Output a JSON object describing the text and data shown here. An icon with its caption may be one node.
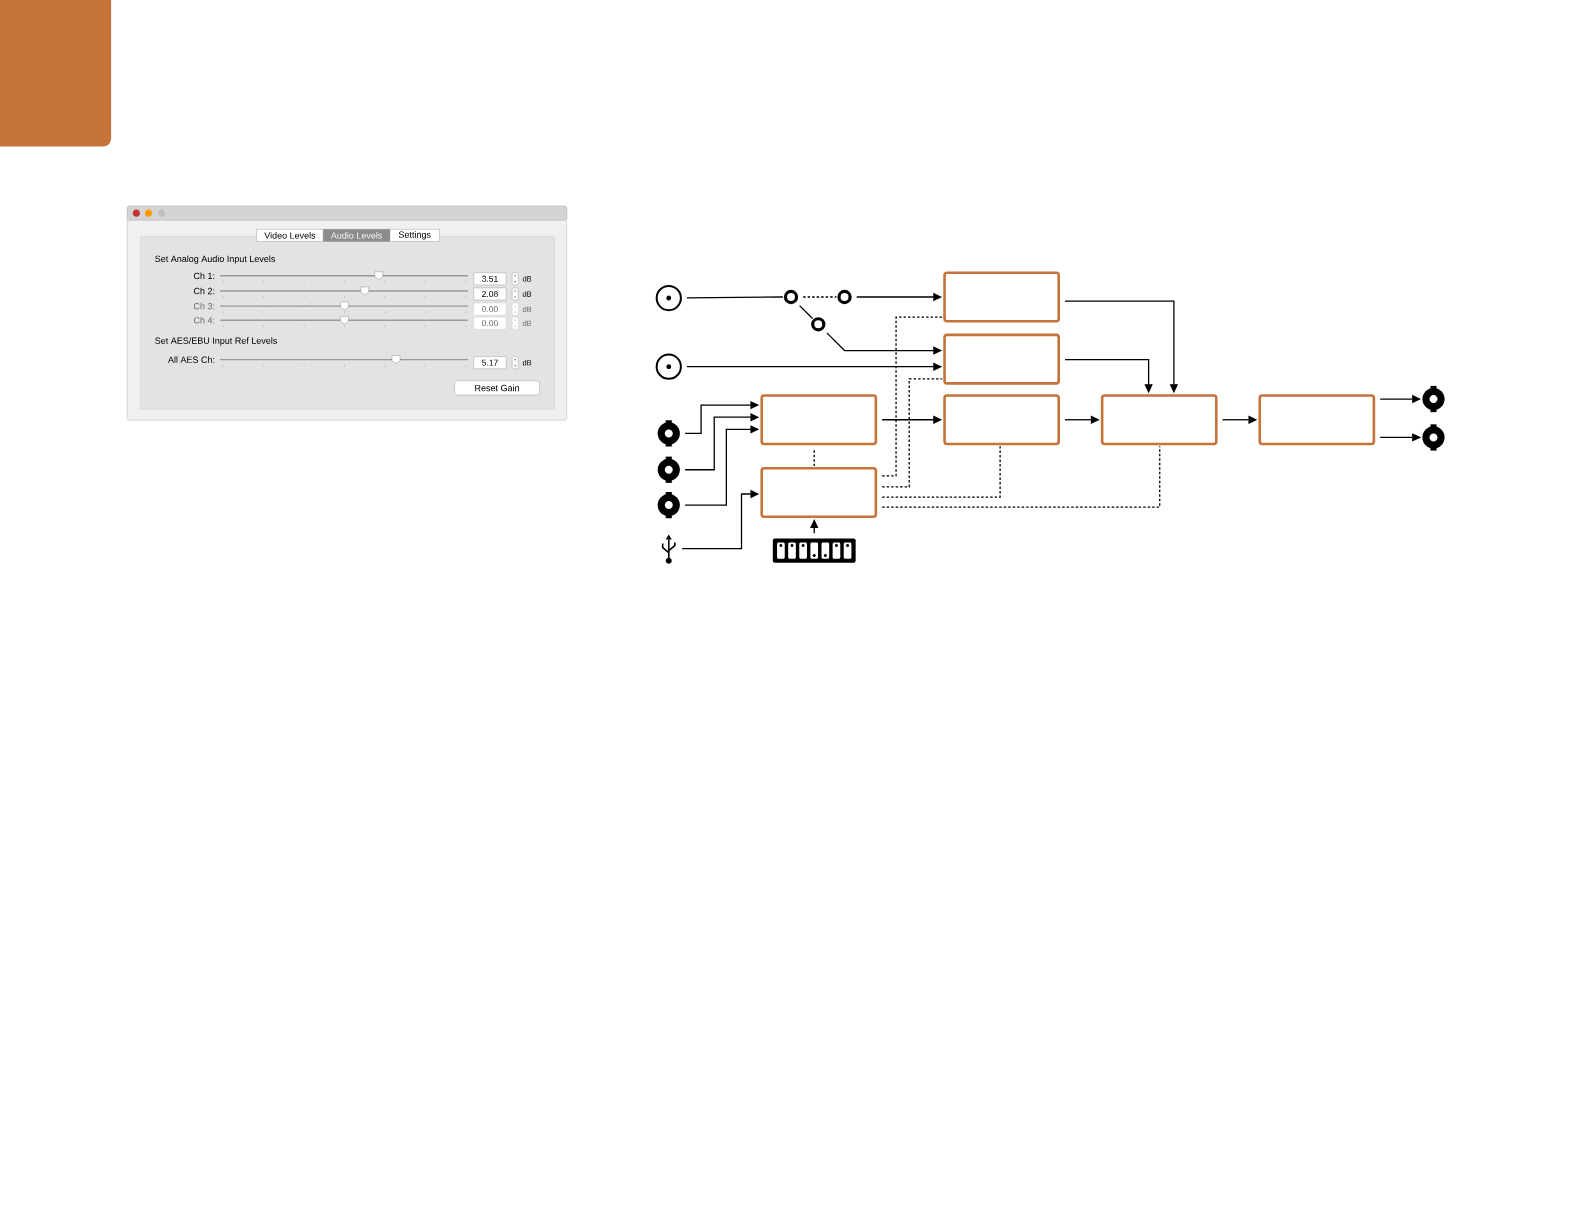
{
  "diagram": {
    "nodes": [
      {
        "text": [],
        "shape": "circle"
      },
      {
        "text": [],
        "shape": "ring"
      },
      {
        "text": [],
        "shape": "ring"
      },
      {
        "text": [],
        "shape": "ring"
      },
      {
        "text": [],
        "shape": "box"
      },
      {
        "text": [],
        "shape": "circle"
      },
      {
        "text": [],
        "shape": "box"
      },
      {
        "text": [],
        "shape": "connector"
      },
      {
        "text": [],
        "shape": "connector"
      },
      {
        "text": [],
        "shape": "connector"
      },
      {
        "text": [],
        "shape": "box"
      },
      {
        "text": [],
        "shape": "box"
      },
      {
        "text": [],
        "shape": "box"
      },
      {
        "text": [],
        "shape": "box"
      },
      {
        "text": [],
        "shape": "connector"
      },
      {
        "text": [],
        "shape": "connector"
      },
      {
        "text": [],
        "shape": "box"
      },
      {
        "text": [],
        "shape": "usb"
      },
      {
        "text": [],
        "shape": "switch"
      }
    ],
    "edges": [
      {
        "from": 0,
        "to": 1,
        "arrow": "none"
      },
      {
        "from": 1,
        "to": 2,
        "arrow": "none",
        "style": "dashed"
      },
      {
        "from": 1,
        "to": 3,
        "arrow": "none"
      },
      {
        "from": 2,
        "to": 4,
        "arrow": "to"
      },
      {
        "from": 3,
        "to": 6,
        "arrow": "to"
      },
      {
        "from": 5,
        "to": 6,
        "arrow": "to"
      },
      {
        "from": 7,
        "to": 10,
        "arrow": "to"
      },
      {
        "from": 8,
        "to": 10,
        "arrow": "to"
      },
      {
        "from": 9,
        "to": 10,
        "arrow": "to"
      },
      {
        "from": 17,
        "to": 16,
        "arrow": "to"
      },
      {
        "from": 10,
        "to": 11,
        "arrow": "to"
      },
      {
        "from": 11,
        "to": 12,
        "arrow": "to"
      },
      {
        "from": 4,
        "to": 12,
        "arrow": "to"
      },
      {
        "from": 6,
        "to": 12,
        "arrow": "to"
      },
      {
        "from": 12,
        "to": 13,
        "arrow": "to"
      },
      {
        "from": 13,
        "to": 14,
        "arrow": "to"
      },
      {
        "from": 13,
        "to": 15,
        "arrow": "to"
      },
      {
        "from": 10,
        "to": 16,
        "arrow": "none",
        "style": "dashed"
      },
      {
        "from": 16,
        "to": 4,
        "arrow": "none",
        "style": "dashed"
      },
      {
        "from": 16,
        "to": 6,
        "arrow": "none",
        "style": "dashed"
      },
      {
        "from": 16,
        "to": 11,
        "arrow": "none",
        "style": "dashed"
      },
      {
        "from": 16,
        "to": 12,
        "arrow": "none",
        "style": "dashed"
      },
      {
        "from": 18,
        "to": 16,
        "arrow": "to"
      }
    ],
    "labels": [
      "Video Levels",
      "Audio Levels",
      "Settings",
      "Set Analog Audio Input Levels",
      "Ch 1:",
      "3.51",
      "dB",
      "Ch 2:",
      "2.08",
      "dB",
      "Ch 3:",
      "0.00",
      "dB",
      "Ch 4:",
      "0.00",
      "dB",
      "Set AES/EBU Input Ref Levels",
      "All AES Ch:",
      "5.17",
      "dB",
      "Reset Gain"
    ]
  }
}
